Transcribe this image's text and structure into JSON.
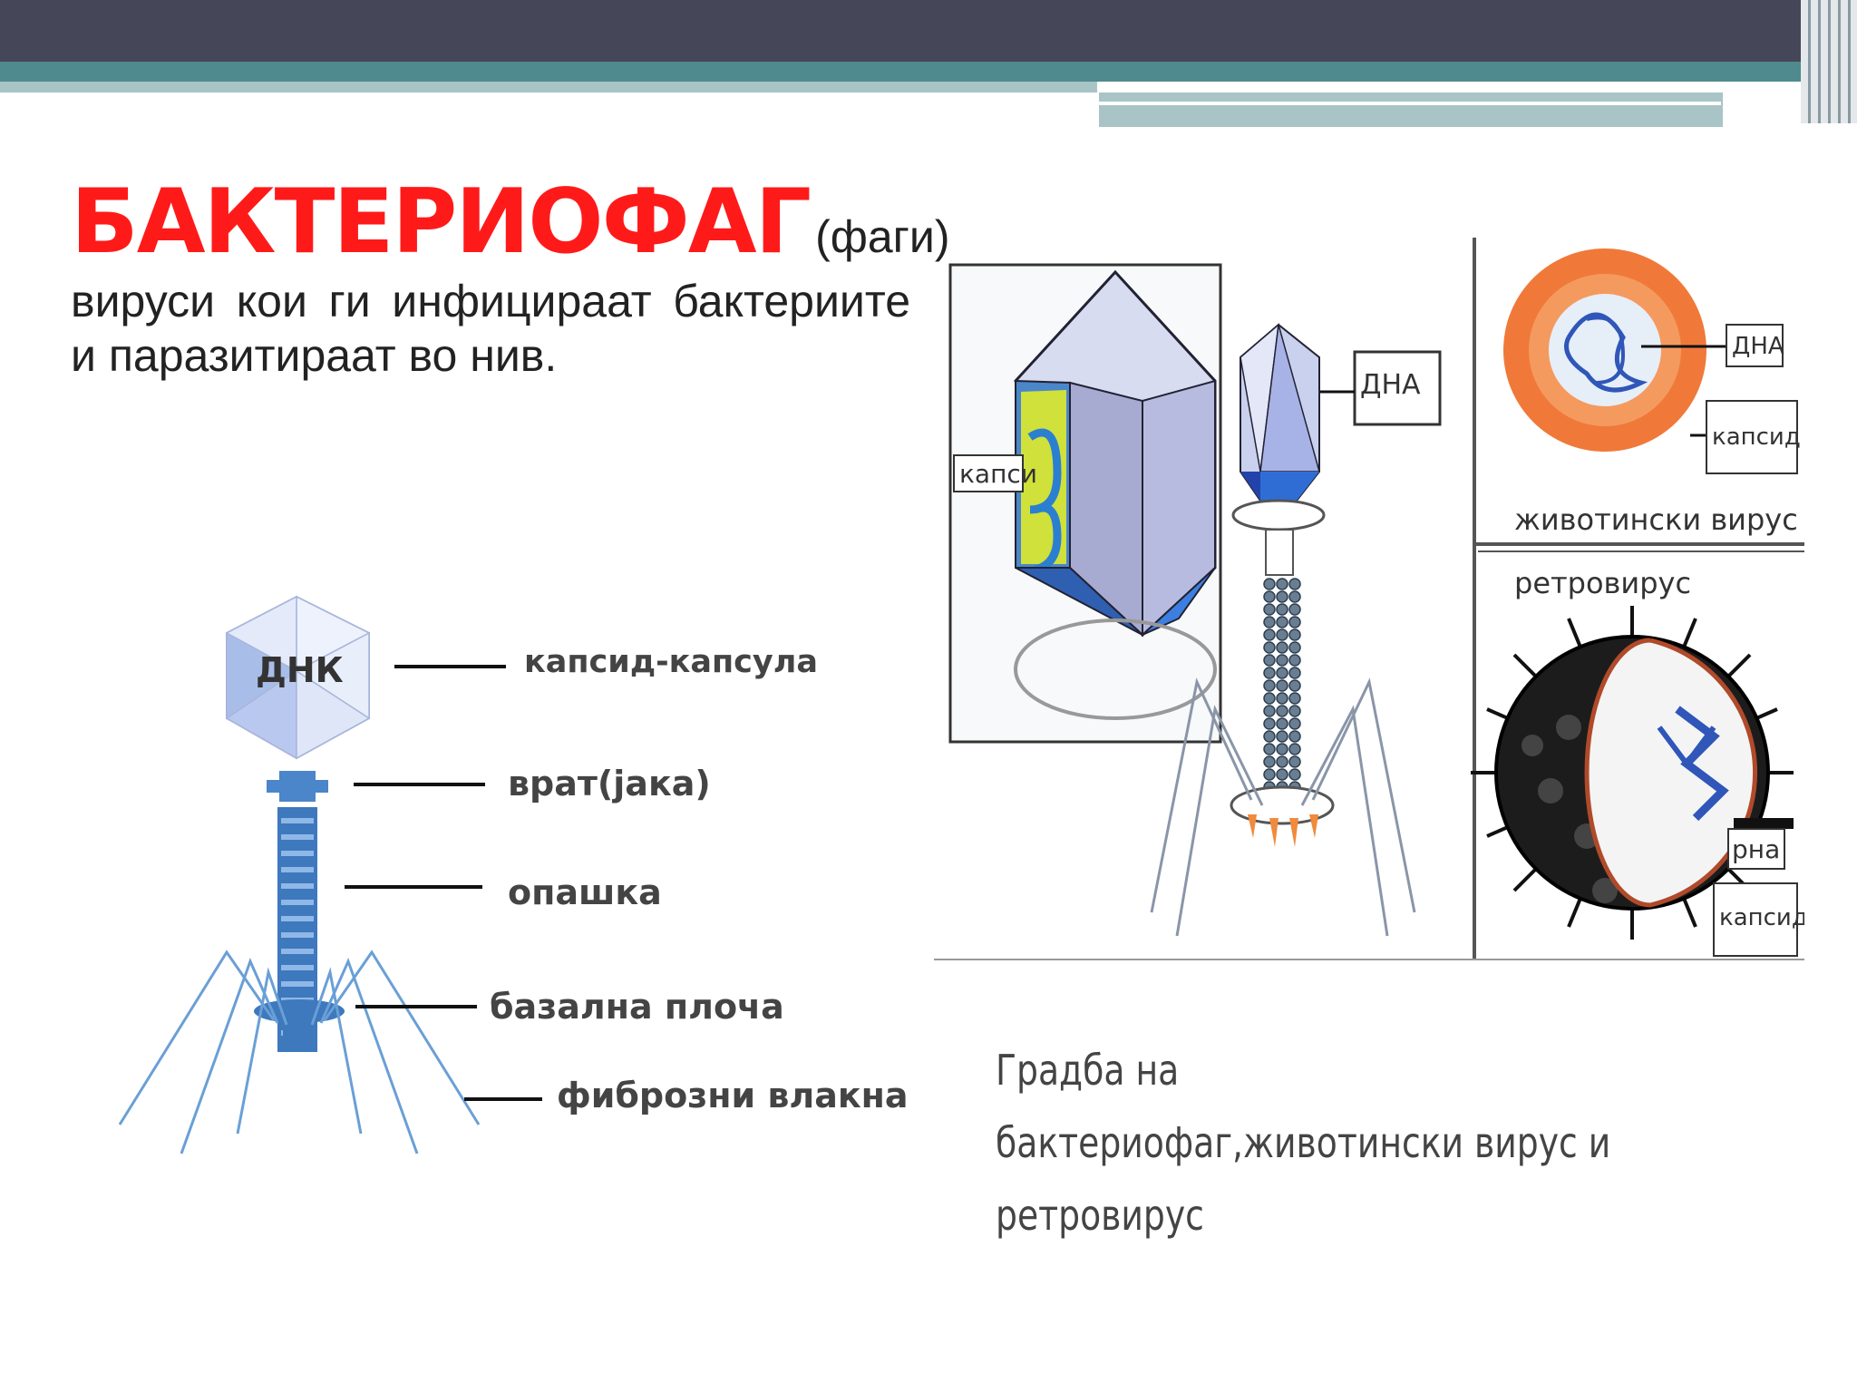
{
  "slide": {
    "title": "БАКТЕРИОФАГ",
    "title_suffix": "(фаги)",
    "body": "вируси кои ги инфицираат бактериите и паразитираат во нив.",
    "colors": {
      "title": "#ff1a1a",
      "band_dark": "#464659",
      "band_teal": "#4f8a8e"
    }
  },
  "left_diagram": {
    "head_label": "ДНК",
    "labels": [
      "капсид-капсула",
      "врат(јака)",
      "опашка",
      "базална плоча",
      "фиброзни влакна"
    ]
  },
  "right_diagram": {
    "phage_labels": {
      "dna": "ДНА",
      "capsid": "капси"
    },
    "animal_virus": {
      "dna": "ДНА",
      "capsid": "капсид",
      "caption": "животински вирус"
    },
    "retrovirus": {
      "caption": "ретровирус",
      "rna": "рна",
      "capsid": "капсид"
    }
  },
  "caption": "Градба на бактериофаг,животински вирус и ретровирус"
}
